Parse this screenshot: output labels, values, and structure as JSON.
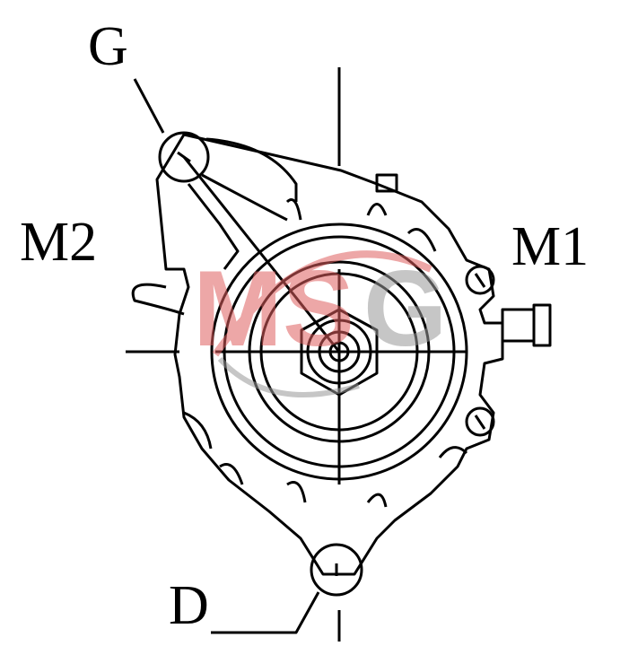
{
  "labels": {
    "g": "G",
    "m2": "M2",
    "m1": "M1",
    "d": "D"
  },
  "watermark": {
    "text_red": "MS",
    "text_grey": "G",
    "red": "#e06060",
    "grey": "#999999"
  },
  "colors": {
    "line": "#000000",
    "background": "#ffffff"
  }
}
